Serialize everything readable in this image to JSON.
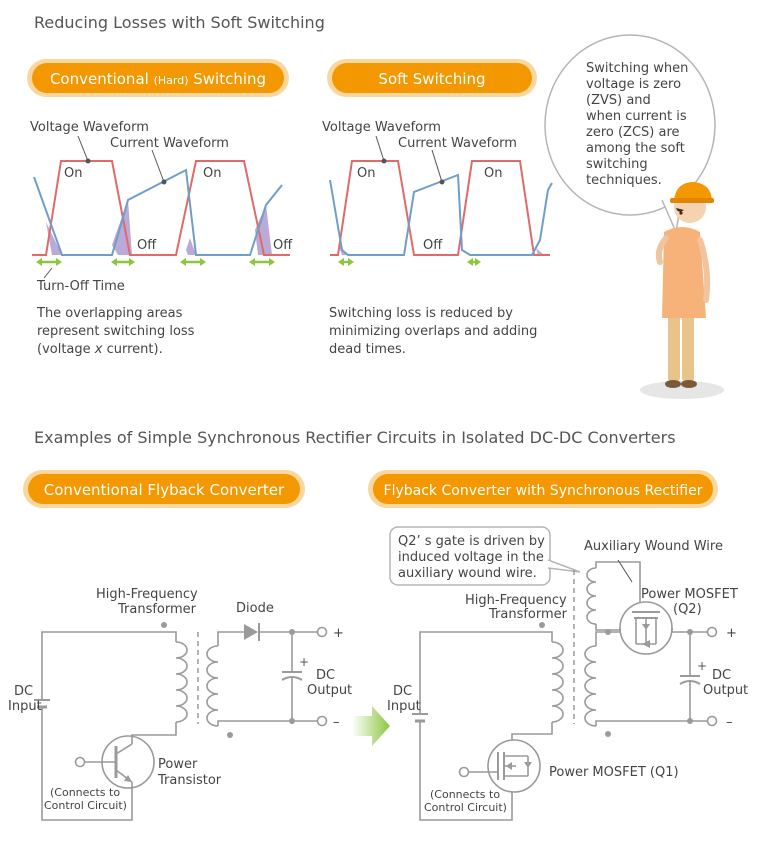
{
  "sections": {
    "soft_switching_title": "Reducing Losses with Soft Switching",
    "rectifier_title": "Examples of Simple Synchronous Rectifier Circuits in Isolated DC-DC Converters"
  },
  "hard": {
    "pill_pre": "Conventional ",
    "pill_mid": "(Hard)",
    "pill_post": " Switching",
    "voltage_waveform": "Voltage Waveform",
    "current_waveform": "Current Waveform",
    "on": "On",
    "off": "Off",
    "turn_off_time": "Turn-Off Time",
    "desc_lines": [
      "The overlapping areas",
      "represent switching loss"
    ],
    "desc_line3_pre": "(voltage ",
    "desc_line3_x": "x",
    "desc_line3_post": " current)."
  },
  "soft": {
    "pill": "Soft Switching",
    "voltage_waveform": "Voltage Waveform",
    "current_waveform": "Current Waveform",
    "on": "On",
    "off": "Off",
    "desc_lines": [
      "Switching loss is reduced by",
      "minimizing overlaps and adding",
      "dead times."
    ]
  },
  "bubble": {
    "lines": [
      "Switching when",
      "voltage is zero",
      "(ZVS) and",
      "when current is",
      "zero (ZCS) are",
      "among the soft",
      "switching",
      "techniques."
    ]
  },
  "flyback": {
    "pill": "Conventional Flyback Converter",
    "hf_transformer": [
      "High-Frequency",
      "Transformer"
    ],
    "diode": "Diode",
    "dc_input": [
      "DC",
      "Input"
    ],
    "dc_output": [
      "DC",
      "Output"
    ],
    "power_transistor": [
      "Power",
      "Transistor"
    ],
    "connects": [
      "(Connects to",
      "Control Circuit)"
    ],
    "plus": "+",
    "minus": "–"
  },
  "sync": {
    "pill": "Flyback Converter with Synchronous Rectifier",
    "callout": [
      "Q2’ s gate is driven by",
      "induced voltage in the",
      "auxiliary wound wire."
    ],
    "aux_wound_wire": "Auxiliary Wound Wire",
    "power_mosfet_q2": [
      "Power MOSFET",
      "(Q2)"
    ],
    "hf_transformer": [
      "High-Frequency",
      "Transformer"
    ],
    "dc_input": [
      "DC",
      "Input"
    ],
    "dc_output": [
      "DC",
      "Output"
    ],
    "power_mosfet_q1": "Power MOSFET (Q1)",
    "connects": [
      "(Connects to",
      "Control Circuit)"
    ],
    "plus": "+",
    "minus": "–"
  },
  "colors": {
    "pill_orange": "#f39800",
    "pill_border": "#fbd7a0",
    "voltage_red": "#e06a6a",
    "current_blue": "#6f9ec9",
    "loss_purple": "#b4a0d4",
    "timing_green": "#8cc63f",
    "wire_gray": "#9a9a9a"
  }
}
